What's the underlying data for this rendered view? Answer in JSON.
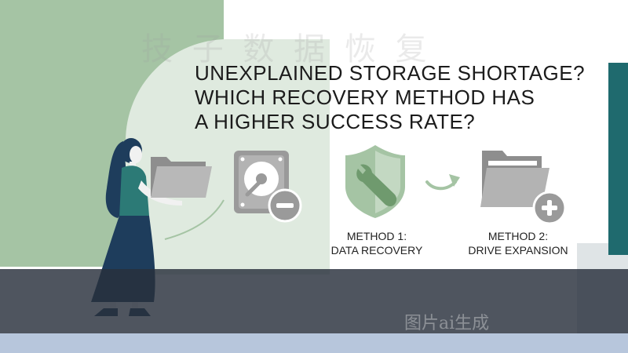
{
  "title": {
    "line1": "UNEXPLAINED STORAGE SHORTAGE?",
    "line2": "WHICH RECOVERY METHOD HAS",
    "line3": "A HIGHER SUCCESS RATE?"
  },
  "methods": [
    {
      "line1": "METHOD 1:",
      "line2": "DATA RECOVERY"
    },
    {
      "line1": "METHOD 2:",
      "line2": "DRIVE EXPANSION"
    }
  ],
  "watermark_top": "技 子 数 据 恢 复",
  "caption": "图片ai生成",
  "icons": {
    "folder": "folder-icon",
    "hard_drive": "hard-drive-icon",
    "minus": "minus-icon",
    "shield_wrench": "shield-wrench-icon",
    "arrow": "curved-arrow-icon",
    "plus": "plus-icon"
  },
  "colors": {
    "green_bg": "#a5c4a4",
    "teal_bar": "#1f6a6e",
    "icon_gray": "#9a9a9a",
    "icon_green": "#a5c4a4",
    "person_dress": "#1e3d5c",
    "person_top": "#2c7a76"
  }
}
